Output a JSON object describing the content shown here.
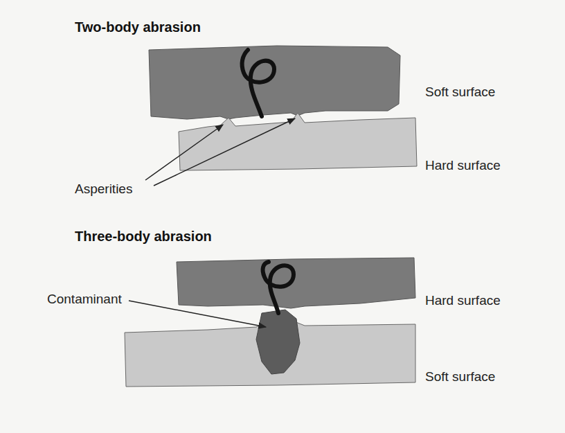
{
  "diagram": {
    "labels": [
      "Two-body abrasion",
      "Soft surface",
      "Hard surface",
      "Asperities",
      "Three-body abrasion",
      "Contaminant",
      "Hard surface",
      "Soft surface"
    ]
  }
}
